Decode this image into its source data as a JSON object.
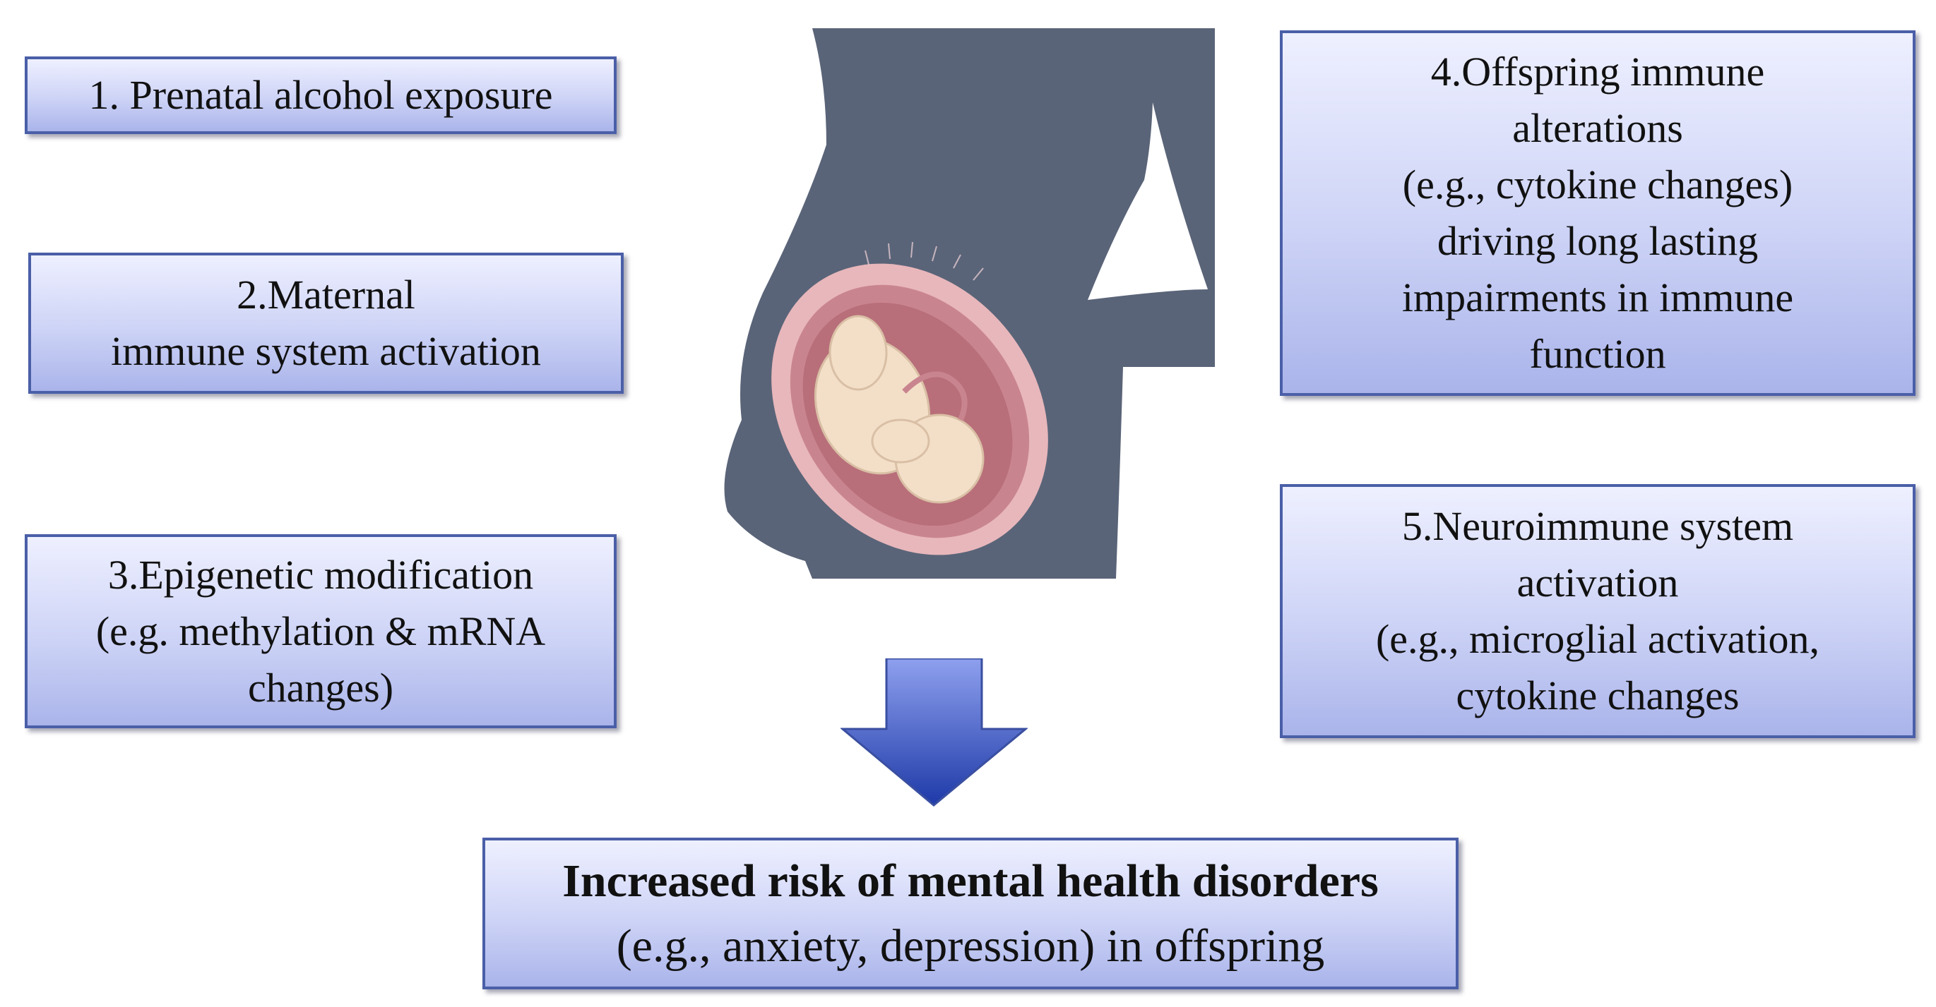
{
  "boxes": {
    "box1": {
      "lines": [
        "1. Prenatal alcohol exposure"
      ]
    },
    "box2": {
      "lines": [
        "2.Maternal",
        "immune system activation"
      ]
    },
    "box3": {
      "lines": [
        "3.Epigenetic modification",
        "(e.g. methylation & mRNA",
        "changes)"
      ]
    },
    "box4": {
      "lines": [
        "4.Offspring immune",
        "alterations",
        "(e.g., cytokine changes)",
        "driving long lasting",
        "impairments in immune",
        "function"
      ]
    },
    "box5": {
      "lines": [
        "5.Neuroimmune system",
        "activation",
        "(e.g., microglial activation,",
        "cytokine changes"
      ]
    }
  },
  "outcome": {
    "headline": "Increased risk of mental health disorders",
    "detail": "(e.g., anxiety, depression) in offspring"
  },
  "illustration": {
    "icon": "pregnant-silhouette-with-fetus-icon"
  },
  "arrow": {
    "icon": "down-arrow-icon"
  },
  "colors": {
    "box_border": "#4a5fa8",
    "box_fill_top": "#eef0ff",
    "box_fill_bottom": "#aab4ea",
    "silhouette": "#5a6478",
    "uterus": "#d99ba3",
    "fetus": "#f3dfc8",
    "arrow_top": "#8ea0ee",
    "arrow_bottom": "#1e3aa8"
  }
}
